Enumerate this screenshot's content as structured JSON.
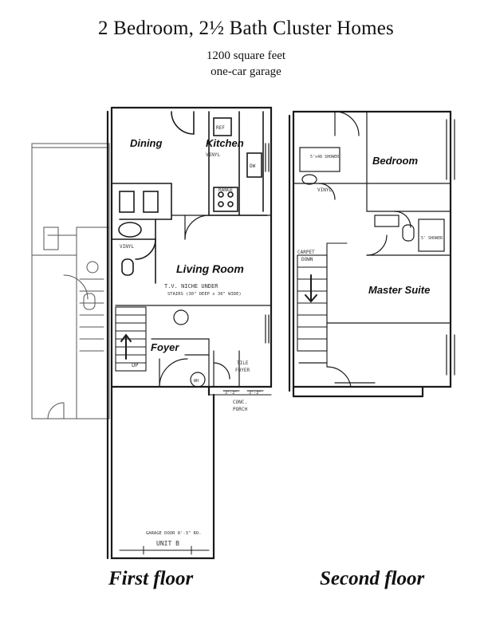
{
  "header": {
    "title": "2 Bedroom, 2½ Bath Cluster Homes",
    "square_feet": "1200 square feet",
    "garage": "one-car garage"
  },
  "first_floor": {
    "caption": "First floor",
    "rooms": {
      "dining": "Dining",
      "kitchen": "Kitchen",
      "living_room": "Living Room",
      "foyer": "Foyer"
    },
    "notes": {
      "tv_niche": "T.V. NICHE UNDER",
      "tv_niche_2": "STAIRS (30\" DEEP x 36\" WIDE)",
      "vinyl_kitchen": "VINYL",
      "vinyl_bath": "VINYL",
      "range": "RANGE",
      "ref": "REF",
      "dw": "DW",
      "tile_foyer": "TILE",
      "foyer_small": "FOYER",
      "conc_porch": "CONC.",
      "porch": "PORCH",
      "up": "UP",
      "garage_door": "GARAGE DOOR 8'-3\" RO.",
      "unit": "UNIT B",
      "wh": "WH",
      "dim1": "3'-3\"",
      "dim2": "3'-3\""
    }
  },
  "second_floor": {
    "caption": "Second floor",
    "rooms": {
      "bedroom": "Bedroom",
      "master_suite": "Master Suite"
    },
    "notes": {
      "shower_1": "5'x48 SHOWER",
      "shower_2": "5' SHOWER",
      "carpet_down": "CARPET",
      "carpet_down_2": "DOWN",
      "vinyl": "VINYL"
    }
  }
}
